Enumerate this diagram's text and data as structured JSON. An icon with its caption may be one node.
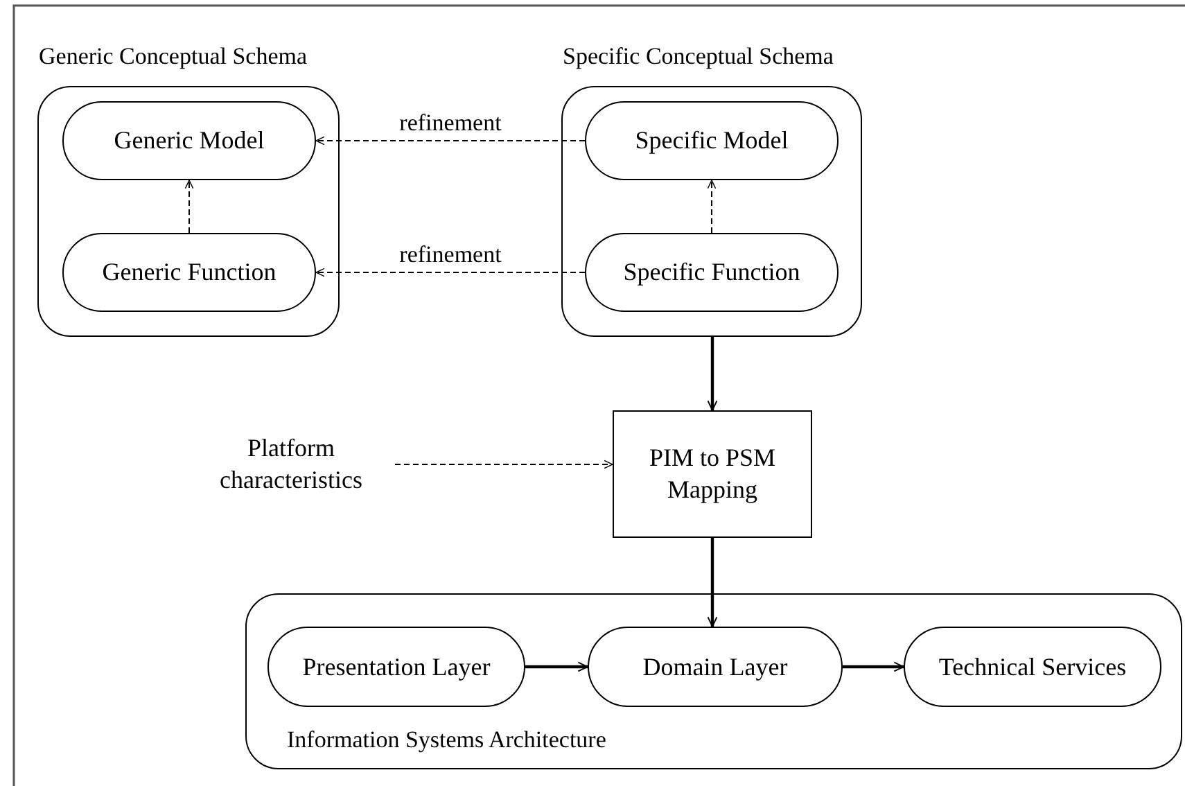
{
  "diagram": {
    "nodes": [
      {
        "text": [
          "Generic Conceptual Schema"
        ]
      },
      {
        "text": [
          "Generic Model"
        ],
        "in": 0
      },
      {
        "text": [
          "Generic Function"
        ],
        "in": 0
      },
      {
        "text": [
          "Specific Conceptual Schema"
        ]
      },
      {
        "text": [
          "Specific Model"
        ],
        "in": 3
      },
      {
        "text": [
          "Specific Function"
        ],
        "in": 3
      },
      {
        "text": [
          "Platform characteristics"
        ]
      },
      {
        "text": [
          "PIM to PSM Mapping"
        ]
      },
      {
        "text": [
          "Information Systems Architecture"
        ]
      },
      {
        "text": [
          "Presentation Layer"
        ],
        "in": 8
      },
      {
        "text": [
          "Domain Layer"
        ],
        "in": 8
      },
      {
        "text": [
          "Technical Services"
        ],
        "in": 8
      }
    ],
    "edges": [
      {
        "from": 4,
        "to": 1,
        "arrow": "to",
        "label": "refinement",
        "style": "dashed"
      },
      {
        "from": 2,
        "to": 1,
        "arrow": "to",
        "style": "dashed"
      },
      {
        "from": 5,
        "to": 2,
        "arrow": "to",
        "label": "refinement",
        "style": "dashed"
      },
      {
        "from": 5,
        "to": 4,
        "arrow": "to",
        "style": "dashed"
      },
      {
        "from": 3,
        "to": 7,
        "arrow": "to"
      },
      {
        "from": 6,
        "to": 7,
        "arrow": "to",
        "style": "dashed"
      },
      {
        "from": 7,
        "to": 10,
        "arrow": "to"
      },
      {
        "from": 9,
        "to": 10,
        "arrow": "to"
      },
      {
        "from": 10,
        "to": 11,
        "arrow": "to"
      }
    ]
  }
}
